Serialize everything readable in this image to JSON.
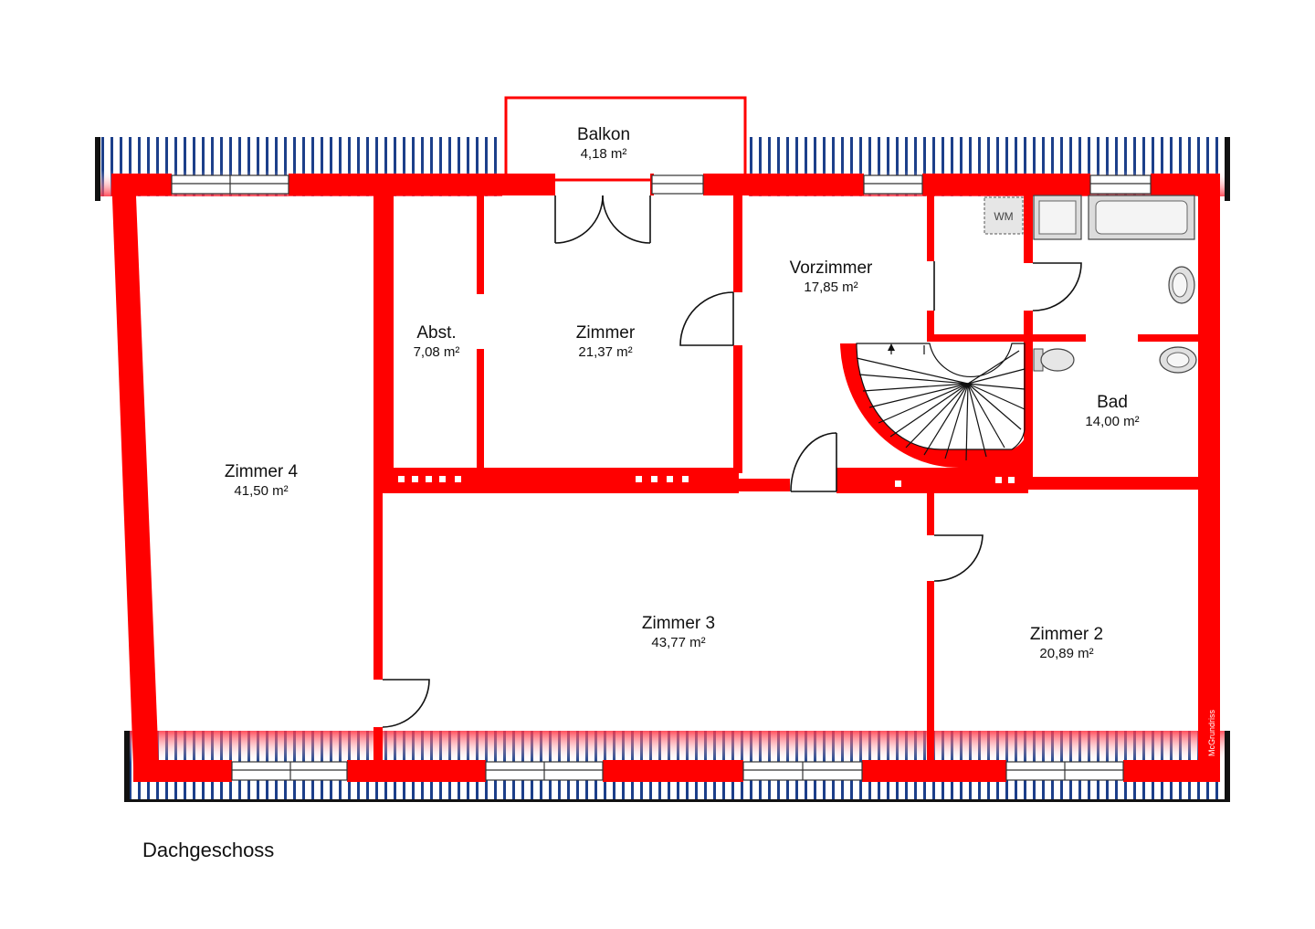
{
  "plan": {
    "floor_label": "Dachgeschoss",
    "credit": "McGrundriss",
    "rooms": [
      {
        "id": "balkon",
        "name": "Balkon",
        "area": "4,18 m²"
      },
      {
        "id": "vorzimmer",
        "name": "Vorzimmer",
        "area": "17,85 m²"
      },
      {
        "id": "abst",
        "name": "Abst.",
        "area": "7,08 m²"
      },
      {
        "id": "zimmer",
        "name": "Zimmer",
        "area": "21,37 m²"
      },
      {
        "id": "bad",
        "name": "Bad",
        "area": "14,00 m²"
      },
      {
        "id": "zimmer4",
        "name": "Zimmer 4",
        "area": "41,50 m²"
      },
      {
        "id": "zimmer3",
        "name": "Zimmer 3",
        "area": "43,77 m²"
      },
      {
        "id": "zimmer2",
        "name": "Zimmer 2",
        "area": "20,89 m²"
      }
    ],
    "fixtures": {
      "washing_machine": "WM"
    },
    "colors": {
      "wall": "#ff0000",
      "roof_hatch": "#1c3f8a",
      "roof_edge": "#111111"
    }
  }
}
